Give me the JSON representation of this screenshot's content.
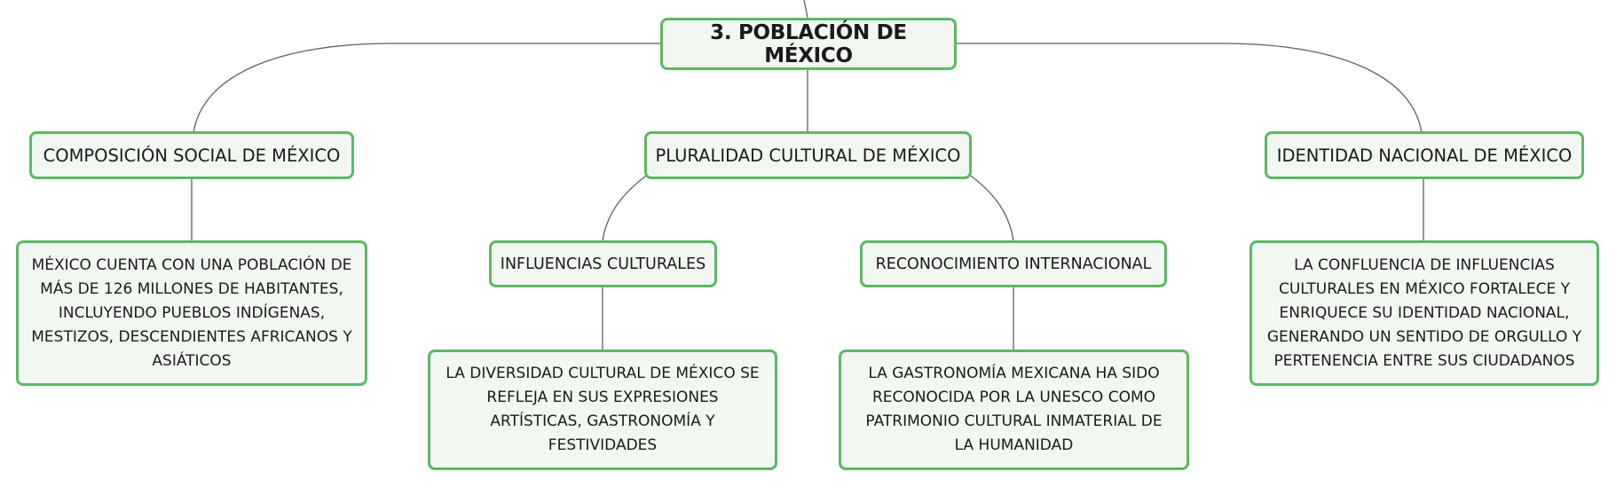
{
  "map": {
    "root": {
      "label": "3. POBLACIÓN DE MÉXICO"
    },
    "branches": {
      "composicion": {
        "label": "COMPOSICIÓN SOCIAL DE MÉXICO",
        "detail": "MÉXICO CUENTA CON UNA POBLACIÓN DE MÁS DE 126 MILLONES DE HABITANTES, INCLUYENDO PUEBLOS INDÍGENAS, MESTIZOS, DESCENDIENTES AFRICANOS Y ASIÁTICOS"
      },
      "pluralidad": {
        "label": "PLURALIDAD CULTURAL DE MÉXICO",
        "influencias": {
          "label": "INFLUENCIAS CULTURALES",
          "detail": "LA DIVERSIDAD CULTURAL DE MÉXICO SE REFLEJA EN SUS EXPRESIONES ARTÍSTICAS, GASTRONOMÍA Y FESTIVIDADES"
        },
        "reconocimiento": {
          "label": "RECONOCIMIENTO INTERNACIONAL",
          "detail": "LA GASTRONOMÍA MEXICANA HA SIDO RECONOCIDA POR LA UNESCO COMO PATRIMONIO CULTURAL INMATERIAL DE LA HUMANIDAD"
        }
      },
      "identidad": {
        "label": "IDENTIDAD NACIONAL DE MÉXICO",
        "detail": "LA CONFLUENCIA DE INFLUENCIAS CULTURALES EN MÉXICO FORTALECE Y ENRIQUECE SU IDENTIDAD NACIONAL, GENERANDO UN SENTIDO DE ORGULLO Y PERTENENCIA ENTRE SUS CIUDADANOS"
      }
    },
    "colors": {
      "node_border": "#5cb865",
      "node_fill": "#f2f8f1",
      "connector": "#5f5f5f",
      "text": "#1a1a1a"
    }
  }
}
